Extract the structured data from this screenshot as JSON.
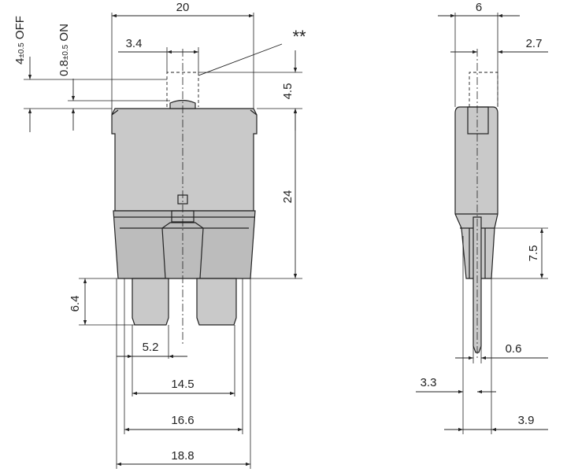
{
  "front_view": {
    "width_total": "20",
    "button_width": "3.4",
    "marker": "**",
    "travel_off": "4±0.5 OFF",
    "travel_off_main": "4",
    "travel_off_tol": "±0.5",
    "travel_off_suffix": " OFF",
    "travel_on_main": "0.8",
    "travel_on_tol": "±0.5",
    "travel_on_suffix": " ON",
    "button_height": "4.5",
    "body_height": "24",
    "blade_length": "6.4",
    "blade_offset": "5.2",
    "blade_outer_span": "14.5",
    "span_16": "16.6",
    "span_18": "18.8"
  },
  "side_view": {
    "thickness": "6",
    "button_offset": "2.7",
    "blade_height": "7.5",
    "blade_thickness": "0.6",
    "offset_3_3": "3.3",
    "offset_3_9": "3.9"
  }
}
